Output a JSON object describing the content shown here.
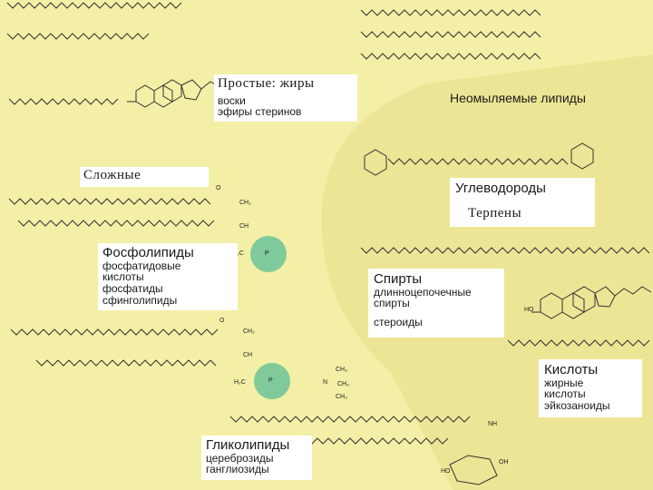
{
  "simple": {
    "header": "Простые: жиры",
    "items": [
      "воски",
      "эфиры стеринов"
    ]
  },
  "complex": {
    "header": "Сложные"
  },
  "phospholipids": {
    "title": "Фосфолипиды",
    "items": [
      "фосфатидовые",
      "кислоты",
      "фосфатиды",
      "сфинголипиды"
    ]
  },
  "glycolipids": {
    "title": "Гликолипиды",
    "items": [
      "цереброзиды",
      "ганглиозиды"
    ]
  },
  "unsaponifiable": {
    "title": "Неомыляемые липиды"
  },
  "hydrocarbons": {
    "title": "Углеводороды",
    "sub": "Терпены"
  },
  "alcohols": {
    "title": "Спирты",
    "items": [
      "длинноцепочечные",
      "спирты"
    ],
    "extra": "стероиды"
  },
  "acids": {
    "title": "Кислоты",
    "items": [
      "жирные",
      "кислоты",
      "эйкозаноиды"
    ]
  },
  "chem_labels": {
    "o_double": "O",
    "ch2": "CH₂",
    "ch": "CH",
    "h2c": "H₂C",
    "p": "P",
    "n": "N",
    "ch3": "CH₃",
    "nh": "NH",
    "ho": "HO",
    "oh": "OH",
    "o": "O"
  },
  "colors": {
    "background": "#f3efa6",
    "region": "#ece595",
    "phosphate": "#7fc99a",
    "line": "#333333"
  }
}
